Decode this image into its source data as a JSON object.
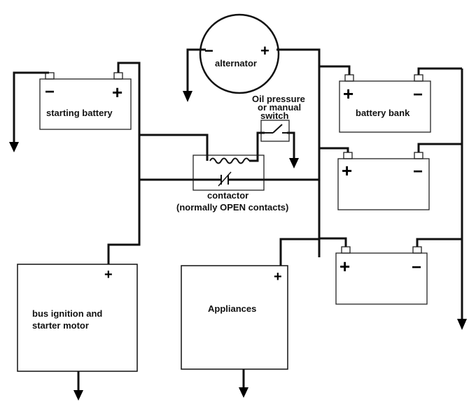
{
  "labels": {
    "alternator": "alternator",
    "starting_battery": "starting battery",
    "battery_bank": "battery bank",
    "oil_switch_line1": "Oil pressure",
    "oil_switch_line2": "or manual",
    "oil_switch_line3": "switch",
    "contactor": "contactor",
    "contactor_note": "(normally OPEN contacts)",
    "bus_line1": "bus ignition and",
    "bus_line2": "starter motor",
    "appliances": "Appliances"
  },
  "symbols": {
    "plus": "+",
    "minus": "−"
  }
}
